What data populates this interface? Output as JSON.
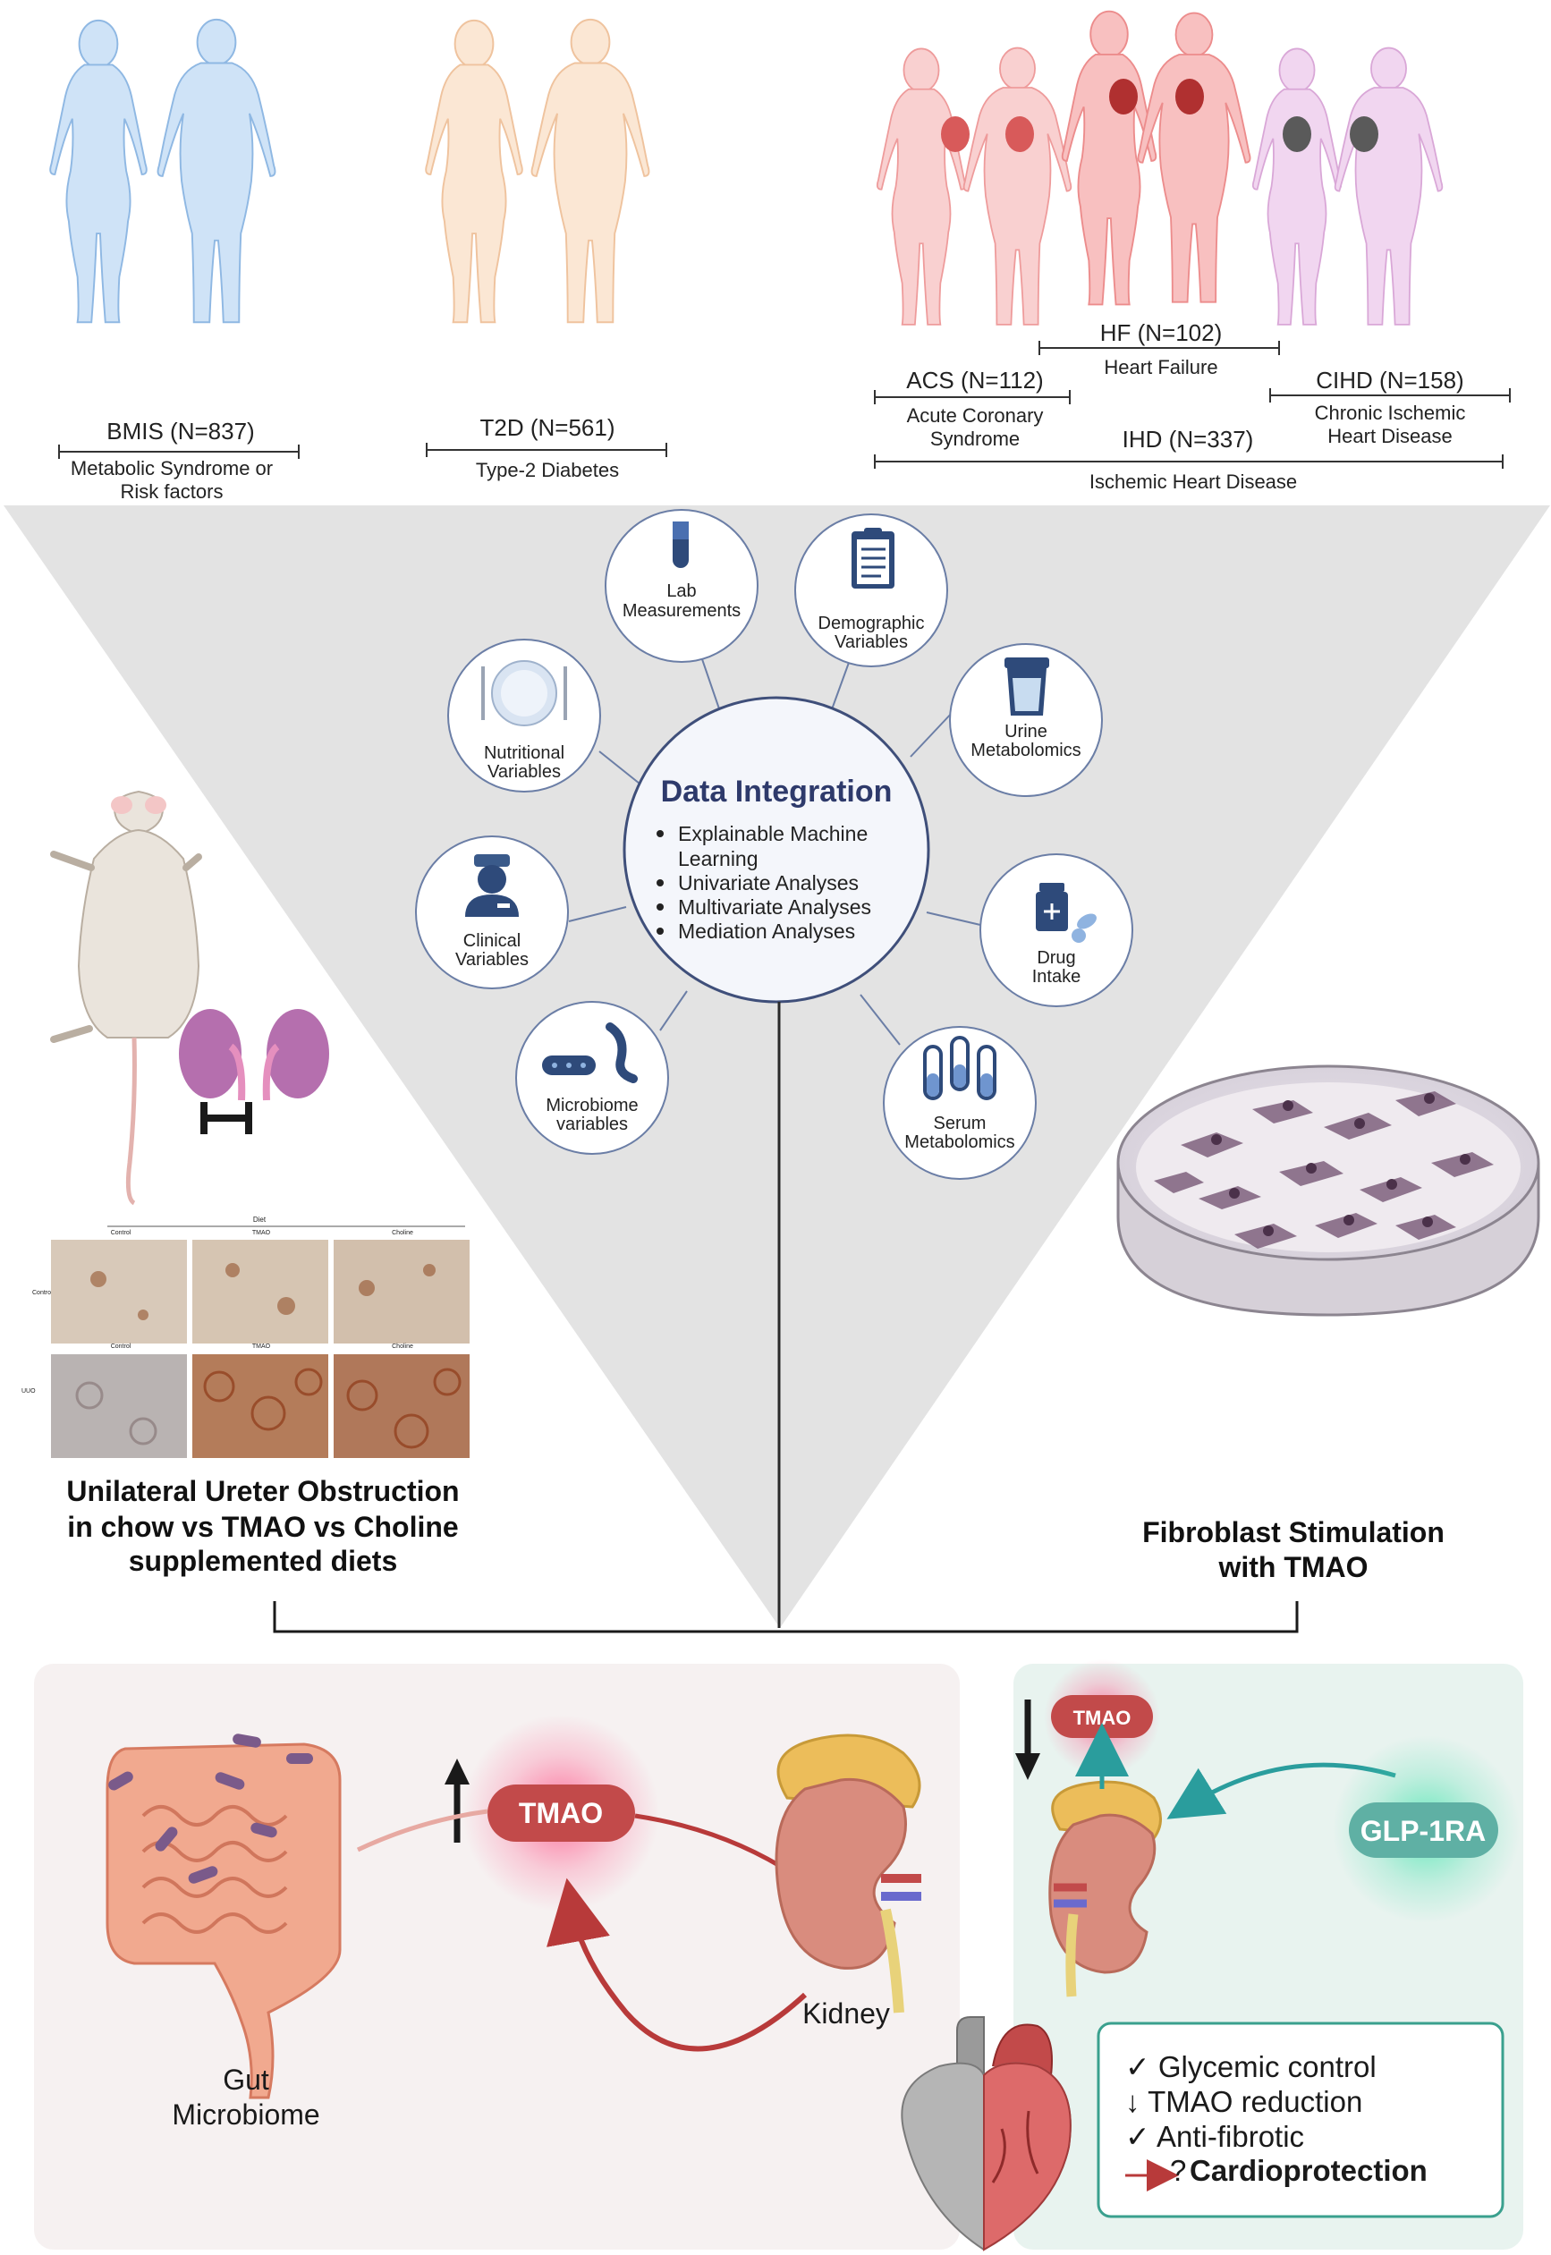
{
  "cohorts": {
    "bmis": {
      "title": "BMIS (N=837)",
      "desc_line1": "Metabolic Syndrome or",
      "desc_line2": "Risk factors"
    },
    "t2d": {
      "title": "T2D (N=561)",
      "desc": "Type-2 Diabetes"
    },
    "hf": {
      "title": "HF (N=102)",
      "desc": "Heart Failure"
    },
    "acs": {
      "title": "ACS (N=112)",
      "desc_line1": "Acute Coronary",
      "desc_line2": "Syndrome"
    },
    "cihd": {
      "title": "CIHD (N=158)",
      "desc_line1": "Chronic Ischemic",
      "desc_line2": "Heart Disease"
    },
    "ihd": {
      "title": "IHD (N=337)",
      "desc": "Ischemic Heart Disease"
    }
  },
  "data_integration": {
    "title": "Data Integration",
    "bullets": [
      "Explainable Machine",
      "Learning",
      "Univariate Analyses",
      "Multivariate Analyses",
      "Mediation Analyses"
    ]
  },
  "satellites": {
    "lab": {
      "line1": "Lab",
      "line2": "Measurements",
      "icon": "test-tube-icon"
    },
    "demographic": {
      "line1": "Demographic",
      "line2": "Variables",
      "icon": "clipboard-icon"
    },
    "urine": {
      "line1": "Urine",
      "line2": "Metabolomics",
      "icon": "urine-cup-icon"
    },
    "nutritional": {
      "line1": "Nutritional",
      "line2": "Variables",
      "icon": "plate-icon"
    },
    "clinical": {
      "line1": "Clinical",
      "line2": "Variables",
      "icon": "nurse-icon"
    },
    "drug": {
      "line1": "Drug",
      "line2": "Intake",
      "icon": "pill-bottle-icon"
    },
    "microbiome": {
      "line1": "Microbiome",
      "line2": "variables",
      "icon": "bacterium-icon"
    },
    "serum": {
      "line1": "Serum",
      "line2": "Metabolomics",
      "icon": "test-tubes-icon"
    }
  },
  "uuo": {
    "diet_label": "Diet",
    "col_labels": [
      "Control",
      "TMAO",
      "Choline"
    ],
    "row_labels": [
      "Control",
      "UUO"
    ],
    "caption_line1": "Unilateral Ureter Obstruction",
    "caption_line2": "in chow vs TMAO vs Choline",
    "caption_line3": "supplemented diets"
  },
  "fibroblast": {
    "caption_line1": "Fibroblast Stimulation",
    "caption_line2": "with TMAO"
  },
  "mechanism": {
    "tmao_label": "TMAO",
    "kidney_label": "Kidney",
    "gut_line1": "Gut",
    "gut_line2": "Microbiome"
  },
  "glp": {
    "tmao_label": "TMAO",
    "drug_label": "GLP-1RA",
    "effects": [
      "✓ Glycemic control",
      "↓ TMAO reduction",
      "✓ Anti-fibrotic"
    ],
    "cardio_prefix": "?",
    "cardio_label": "Cardioprotection"
  },
  "colors": {
    "blue_silhouette": "#b9d6f2",
    "orange_silhouette": "#f7dcc0",
    "red_silhouette": "#f6b6b6",
    "pink_silhouette": "#ecc8ea",
    "triangle": "#e3e3e3",
    "tmao_red": "#c24a4a",
    "glp_teal": "#5fb0a4",
    "arrow_red": "#b83a3a",
    "arrow_teal": "#2a9d9d",
    "left_panel": "#f6f1f1",
    "right_panel": "#e8f3ef",
    "kidney": "#d98c7e",
    "adrenal": "#ecbd5a",
    "intestine": "#f1a98f"
  }
}
